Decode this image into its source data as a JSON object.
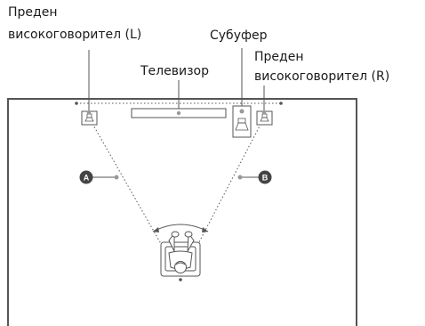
{
  "labels": {
    "front_left_line1": "Преден",
    "front_left_line2": "високоговорител (L)",
    "subwoofer": "Субуфер",
    "front_right_line1": "Преден",
    "front_right_line2": "високоговорител (R)",
    "tv": "Телевизор"
  },
  "markers": {
    "a": "A",
    "b": "B"
  },
  "colors": {
    "line": "#555555",
    "wall": "#555555",
    "badge": "#444444",
    "dot": "#888888"
  }
}
